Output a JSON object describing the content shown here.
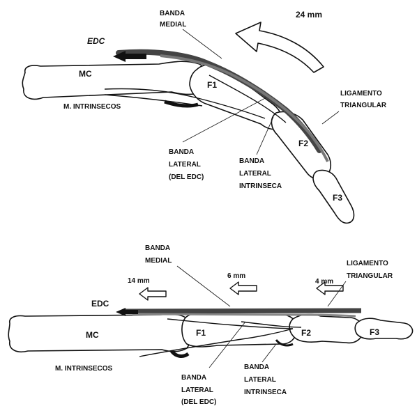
{
  "top": {
    "edc": "EDC",
    "mc": "MC",
    "f1": "F1",
    "f2": "F2",
    "f3": "F3",
    "banda_medial": [
      "BANDA",
      "MEDIAL"
    ],
    "distance": "24 mm",
    "ligamento": [
      "LIGAMENTO",
      "TRIANGULAR"
    ],
    "m_intrinsecos": "M. INTRINSECOS",
    "banda_lateral_edc": [
      "BANDA",
      "LATERAL",
      "(DEL EDC)"
    ],
    "banda_lateral_intrinseca": [
      "BANDA",
      "LATERAL",
      "INTRINSECA"
    ]
  },
  "bottom": {
    "edc": "EDC",
    "mc": "MC",
    "f1": "F1",
    "f2": "F2",
    "f3": "F3",
    "banda_medial": [
      "BANDA",
      "MEDIAL"
    ],
    "ligamento": [
      "LIGAMENTO",
      "TRIANGULAR"
    ],
    "m_intrinsecos": "M. INTRINSECOS",
    "banda_lateral_edc": [
      "BANDA",
      "LATERAL",
      "(DEL EDC)"
    ],
    "banda_lateral_intrinseca": [
      "BANDA",
      "LATERAL",
      "INTRINSECA"
    ],
    "dist_14": "14 mm",
    "dist_6": "6 mm",
    "dist_4": "4 mm"
  }
}
